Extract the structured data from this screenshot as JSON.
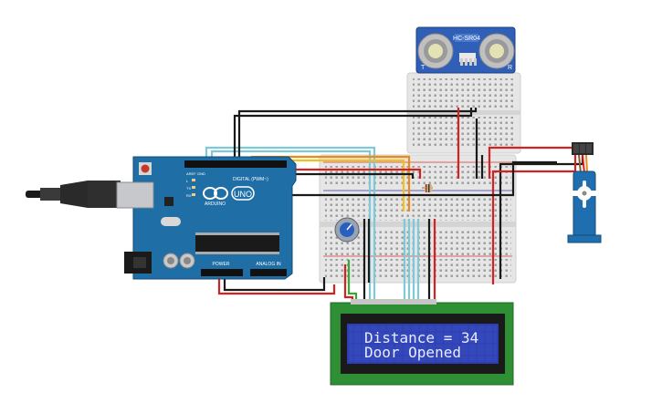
{
  "arduino": {
    "brand": "ARDUINO",
    "model": "UNO",
    "digital_label": "DIGITAL (PWM~)",
    "power_label": "POWER",
    "analog_label": "ANALOG IN",
    "tx_label": "TX",
    "rx_label": "RX",
    "l_label": "L",
    "aref_label": "AREF",
    "gnd_label": "GND"
  },
  "sensor": {
    "model": "HC-SR04",
    "t_label": "T",
    "r_label": "R"
  },
  "lcd": {
    "line1": "Distance = 34",
    "line2": "Door Opened"
  },
  "colors": {
    "board": "#1f6ea6",
    "breadboard": "#e4e4e4",
    "lcd_frame": "#2f8f35",
    "lcd_screen": "#2d3fb0",
    "sensor_pcb": "#2f5fb7",
    "servo": "#1f6fb0",
    "wire_red": "#d32222",
    "wire_black": "#1a1a1a",
    "wire_yellow": "#f2c21b",
    "wire_orange": "#e98a1a",
    "wire_cyan": "#7ec8d8",
    "wire_green": "#33aa33"
  }
}
